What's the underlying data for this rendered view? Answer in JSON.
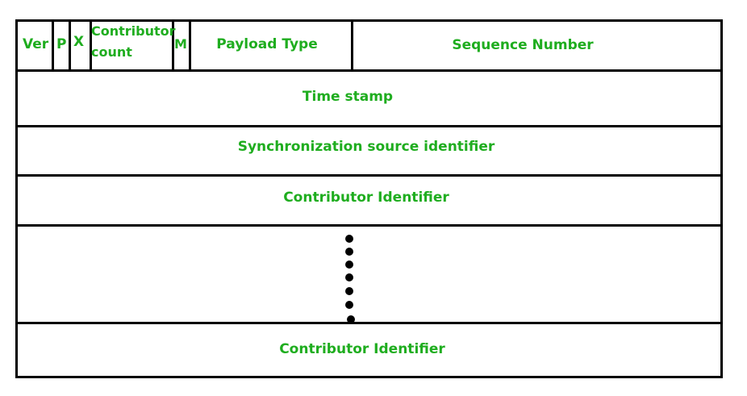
{
  "header_fields": {
    "ver": "Ver",
    "p": "P",
    "x": "X",
    "contributor_count_line1": "Contributor",
    "contributor_count_line2": "count",
    "m": "M",
    "payload_type": "Payload Type",
    "sequence_number": "Sequence Number"
  },
  "rows": {
    "time_stamp": "Time stamp",
    "ssrc": "Synchronization source identifier",
    "contributor_identifier_1": "Contributor Identifier",
    "contributor_identifier_last": "Contributor Identifier"
  },
  "colors": {
    "label": "#1fad1f",
    "border": "#000000"
  }
}
